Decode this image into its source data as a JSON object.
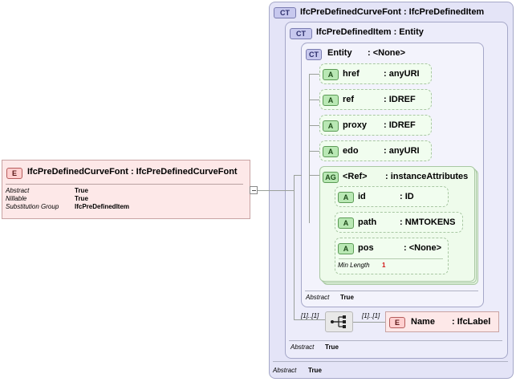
{
  "root_element": {
    "badge": "E",
    "title": "IfcPreDefinedCurveFont : IfcPreDefinedCurveFont",
    "props": [
      {
        "label": "Abstract",
        "value": "True"
      },
      {
        "label": "Nillable",
        "value": "True"
      },
      {
        "label": "Substitution Group",
        "value": "IfcPreDefinedItem"
      }
    ]
  },
  "outer_type": {
    "badge": "CT",
    "title": "IfcPreDefinedCurveFont : IfcPreDefinedItem",
    "abstract_label": "Abstract",
    "abstract_value": "True"
  },
  "mid_type": {
    "badge": "CT",
    "title": "IfcPreDefinedItem : Entity",
    "abstract_label": "Abstract",
    "abstract_value": "True"
  },
  "entity_type": {
    "badge": "CT",
    "name": "Entity",
    "type": ": <None>",
    "abstract_label": "Abstract",
    "abstract_value": "True"
  },
  "attributes": [
    {
      "badge": "A",
      "name": "href",
      "type": ": anyURI"
    },
    {
      "badge": "A",
      "name": "ref",
      "type": ": IDREF"
    },
    {
      "badge": "A",
      "name": "proxy",
      "type": ": IDREF"
    },
    {
      "badge": "A",
      "name": "edo",
      "type": ": anyURI"
    }
  ],
  "attribute_group": {
    "badge": "AG",
    "name": "<Ref>",
    "type": ": instanceAttributes",
    "attributes": [
      {
        "badge": "A",
        "name": "id",
        "type": ": ID"
      },
      {
        "badge": "A",
        "name": "path",
        "type": ": NMTOKENS"
      },
      {
        "badge": "A",
        "name": "pos",
        "type": ": <None>",
        "min_length_label": "Min Length",
        "min_length_value": "1"
      }
    ]
  },
  "sequence": {
    "left_multiplicity": "[1]..[1]",
    "right_multiplicity": "[1]..[1]",
    "icon": "sequence-icon"
  },
  "name_element": {
    "badge": "E",
    "name": "Name",
    "type": ": IfcLabel"
  },
  "colors": {
    "complex_type_bg": "#e4e4f7",
    "attribute_bg": "#f1fdef",
    "element_bg": "#fde8e8"
  }
}
